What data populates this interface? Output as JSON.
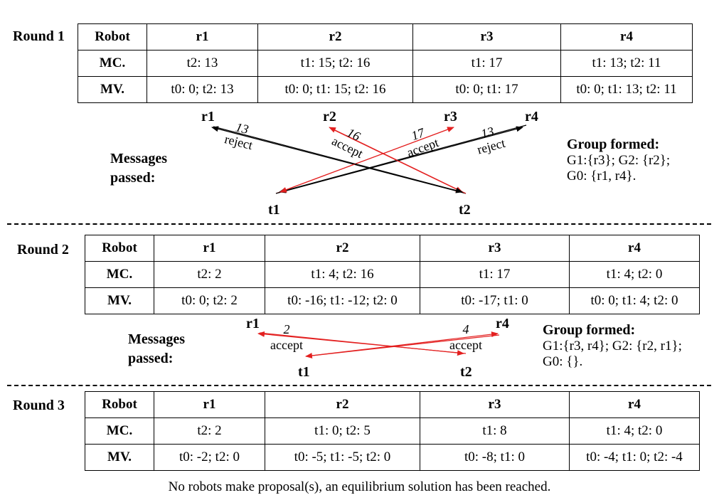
{
  "rounds": [
    {
      "label": "Round 1",
      "header": [
        "Robot",
        "r1",
        "r2",
        "r3",
        "r4"
      ],
      "mc": [
        "MC.",
        "t2: 13",
        "t1: 15; t2: 16",
        "t1: 17",
        "t1: 13; t2: 11"
      ],
      "mv": [
        "MV.",
        "t0: 0; t2: 13",
        "t0: 0; t1: 15; t2: 16",
        "t0: 0; t1: 17",
        "t0: 0; t1: 13; t2: 11"
      ]
    },
    {
      "label": "Round 2",
      "header": [
        "Robot",
        "r1",
        "r2",
        "r3",
        "r4"
      ],
      "mc": [
        "MC.",
        "t2: 2",
        "t1: 4; t2: 16",
        "t1: 17",
        "t1: 4; t2: 0"
      ],
      "mv": [
        "MV.",
        "t0: 0; t2: 2",
        "t0: -16; t1: -12; t2: 0",
        "t0: -17; t1: 0",
        "t0: 0; t1: 4; t2: 0"
      ]
    },
    {
      "label": "Round 3",
      "header": [
        "Robot",
        "r1",
        "r2",
        "r3",
        "r4"
      ],
      "mc": [
        "MC.",
        "t2: 2",
        "t1: 0; t2: 5",
        "t1: 8",
        "t1: 4; t2: 0"
      ],
      "mv": [
        "MV.",
        "t0: -2; t2: 0",
        "t0: -5; t1: -5; t2: 0",
        "t0: -8; t1: 0",
        "t0: -4; t1: 0; t2: -4"
      ]
    }
  ],
  "messages_label": [
    "Messages",
    "passed:"
  ],
  "diagram1": {
    "robots": [
      "r1",
      "r2",
      "r3",
      "r4"
    ],
    "tasks": [
      "t1",
      "t2"
    ],
    "messages": [
      {
        "value": "13",
        "status": "reject",
        "color": "#000000"
      },
      {
        "value": "16",
        "status": "accept",
        "color": "#e32020"
      },
      {
        "value": "17",
        "status": "accept",
        "color": "#e32020"
      },
      {
        "value": "13",
        "status": "reject",
        "color": "#000000"
      }
    ],
    "group_title": "Group formed:",
    "groups": [
      "G1:{r3}; G2: {r2};",
      "G0: {r1, r4}."
    ]
  },
  "diagram2": {
    "robots": [
      "r1",
      "r4"
    ],
    "tasks": [
      "t1",
      "t2"
    ],
    "messages": [
      {
        "value": "2",
        "status": "accept",
        "color": "#e32020"
      },
      {
        "value": "4",
        "status": "accept",
        "color": "#e32020"
      }
    ],
    "group_title": "Group formed:",
    "groups": [
      "G1:{r3, r4}; G2: {r2, r1};",
      "G0: {}."
    ]
  },
  "footer": "No robots make proposal(s), an equilibrium solution has been reached."
}
